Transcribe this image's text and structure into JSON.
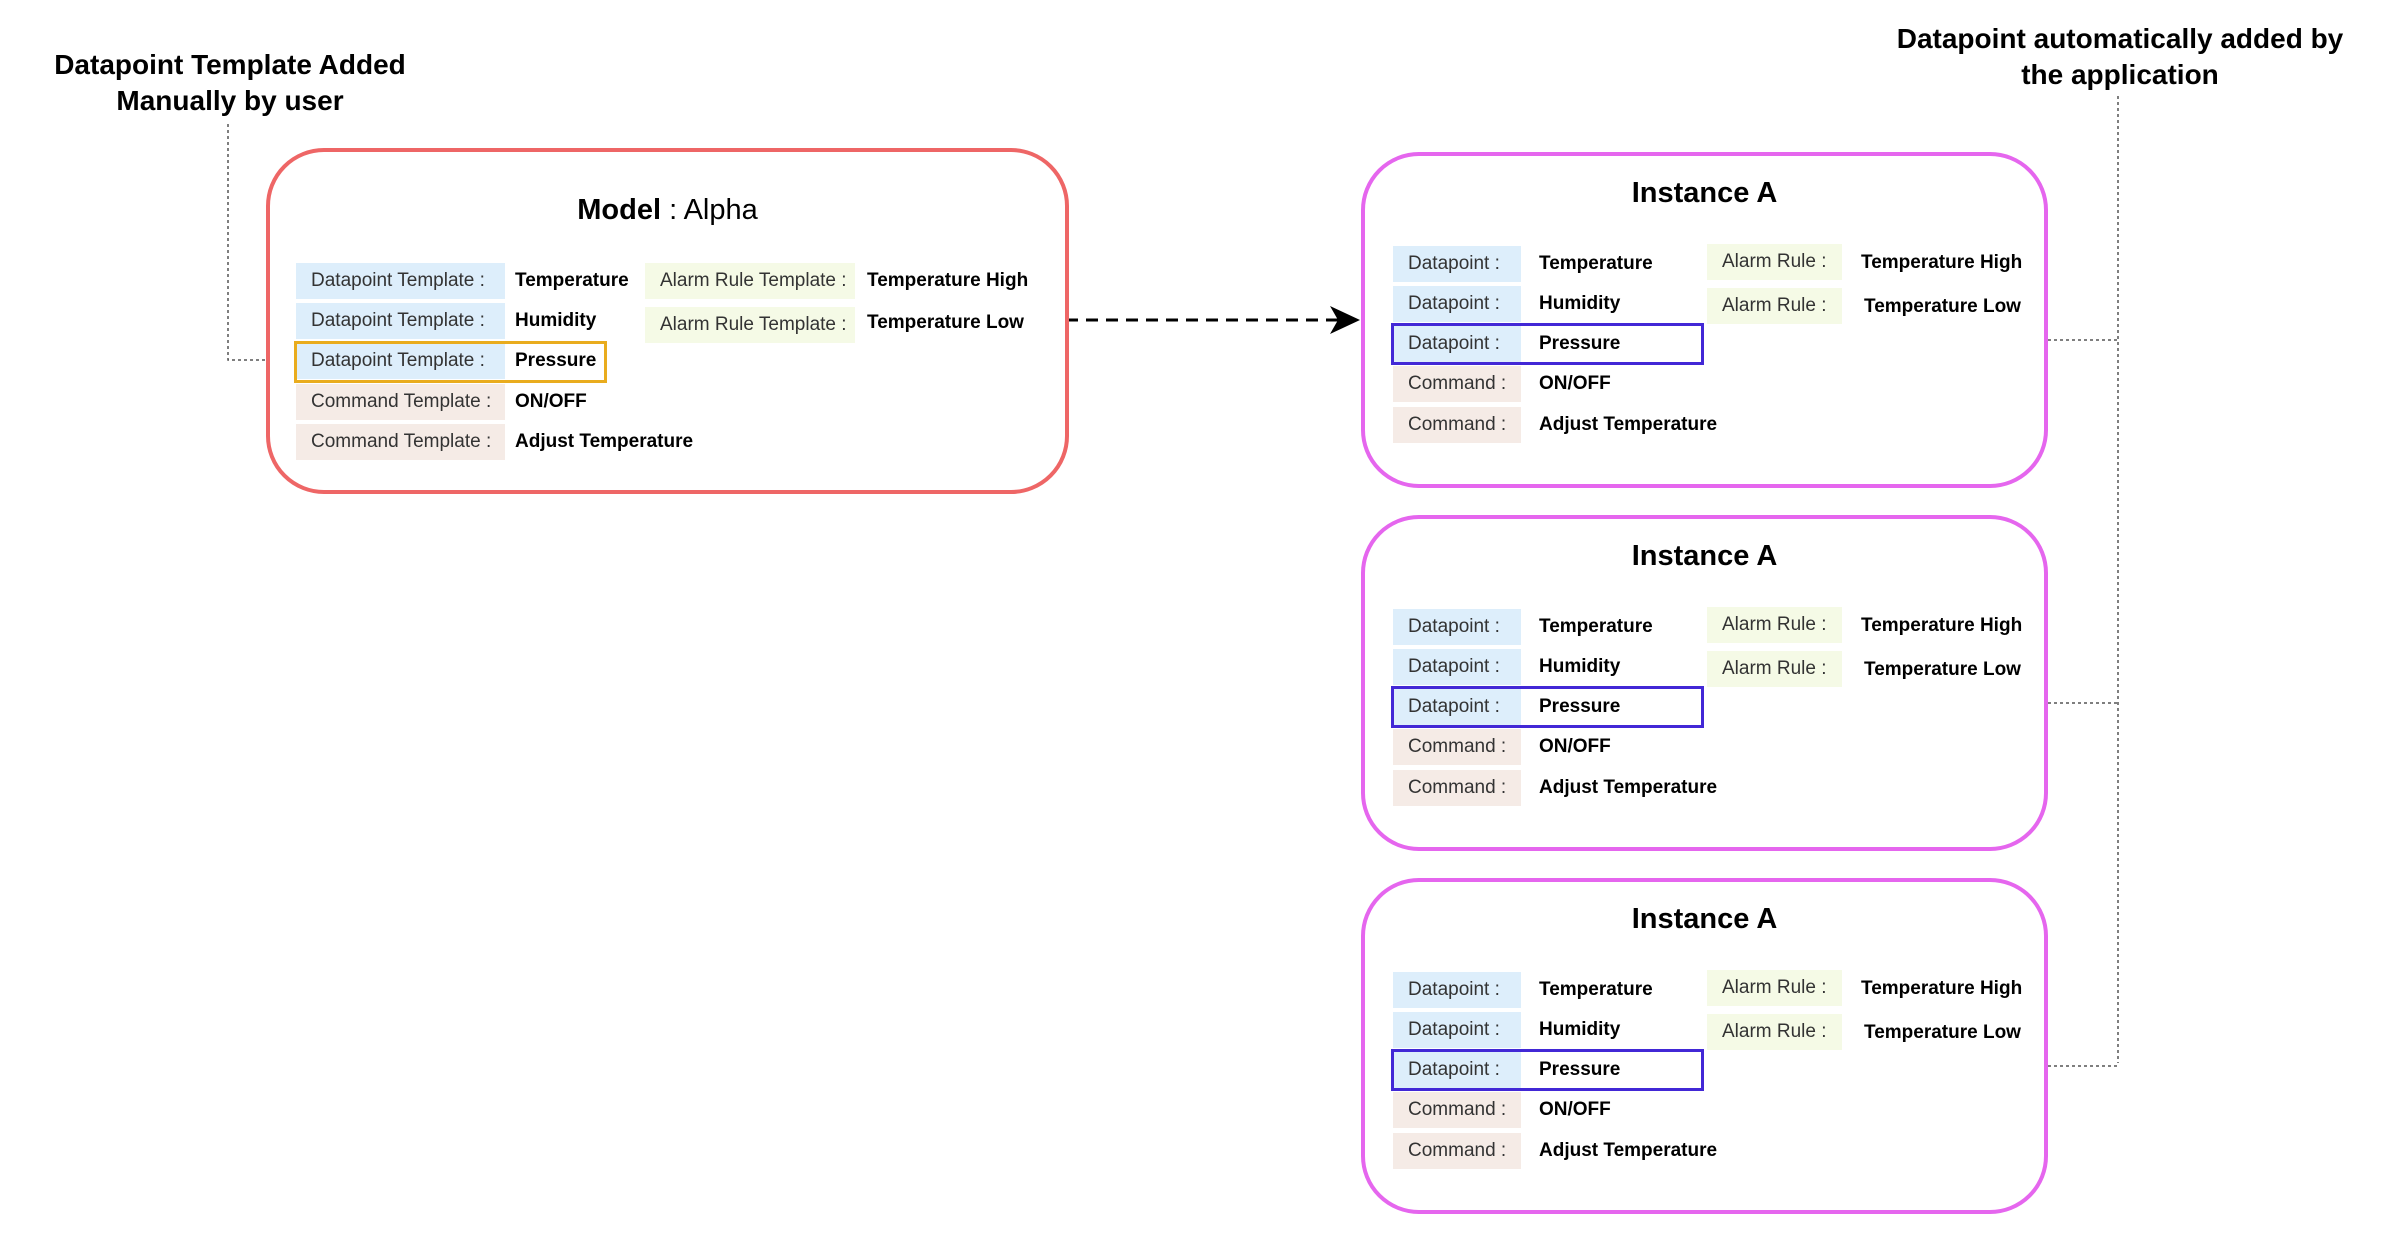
{
  "annotations": {
    "left": {
      "line1": "Datapoint Template Added",
      "line2": "Manually by user"
    },
    "right": {
      "line1": "Datapoint automatically added by",
      "line2": "the application"
    }
  },
  "model": {
    "title_bold": "Model",
    "title_rest": " : Alpha",
    "rows": [
      {
        "label": "Datapoint Template :",
        "value": "Temperature",
        "kind": "dp"
      },
      {
        "label": "Datapoint Template :",
        "value": "Humidity",
        "kind": "dp"
      },
      {
        "label": "Datapoint Template :",
        "value": "Pressure",
        "kind": "dp"
      },
      {
        "label": "Command Template :",
        "value": "ON/OFF",
        "kind": "cmd"
      },
      {
        "label": "Command Template :",
        "value": "Adjust Temperature",
        "kind": "cmd"
      }
    ],
    "alarms": [
      {
        "label": "Alarm Rule Template :",
        "value": "Temperature High"
      },
      {
        "label": "Alarm Rule Template :",
        "value": "Temperature Low"
      }
    ]
  },
  "instances": [
    {
      "title": "Instance A",
      "rows": [
        {
          "label": "Datapoint :",
          "value": "Temperature"
        },
        {
          "label": "Datapoint :",
          "value": "Humidity"
        },
        {
          "label": "Datapoint :",
          "value": "Pressure"
        },
        {
          "label": "Command :",
          "value": "ON/OFF"
        },
        {
          "label": "Command :",
          "value": "Adjust Temperature"
        }
      ],
      "alarms": [
        {
          "label": "Alarm Rule :",
          "value": "Temperature High"
        },
        {
          "label": "Alarm Rule :",
          "value": "Temperature Low"
        }
      ]
    },
    {
      "title": "Instance A",
      "rows": [
        {
          "label": "Datapoint :",
          "value": "Temperature"
        },
        {
          "label": "Datapoint :",
          "value": "Humidity"
        },
        {
          "label": "Datapoint :",
          "value": "Pressure"
        },
        {
          "label": "Command :",
          "value": "ON/OFF"
        },
        {
          "label": "Command :",
          "value": "Adjust Temperature"
        }
      ],
      "alarms": [
        {
          "label": "Alarm Rule :",
          "value": "Temperature High"
        },
        {
          "label": "Alarm Rule :",
          "value": "Temperature Low"
        }
      ]
    },
    {
      "title": "Instance A",
      "rows": [
        {
          "label": "Datapoint :",
          "value": "Temperature"
        },
        {
          "label": "Datapoint :",
          "value": "Humidity"
        },
        {
          "label": "Datapoint :",
          "value": "Pressure"
        },
        {
          "label": "Command :",
          "value": "ON/OFF"
        },
        {
          "label": "Command :",
          "value": "Adjust Temperature"
        }
      ],
      "alarms": [
        {
          "label": "Alarm Rule :",
          "value": "Temperature High"
        },
        {
          "label": "Alarm Rule :",
          "value": "Temperature Low"
        }
      ]
    }
  ],
  "colors": {
    "model_border": "#ee6666",
    "instance_border": "#e566ee",
    "manual_highlight": "#e9ac1e",
    "auto_highlight": "#4228d6",
    "datapoint_fill": "#ddeefb",
    "command_fill": "#f5ebe6",
    "alarm_fill": "#f5fae6"
  }
}
